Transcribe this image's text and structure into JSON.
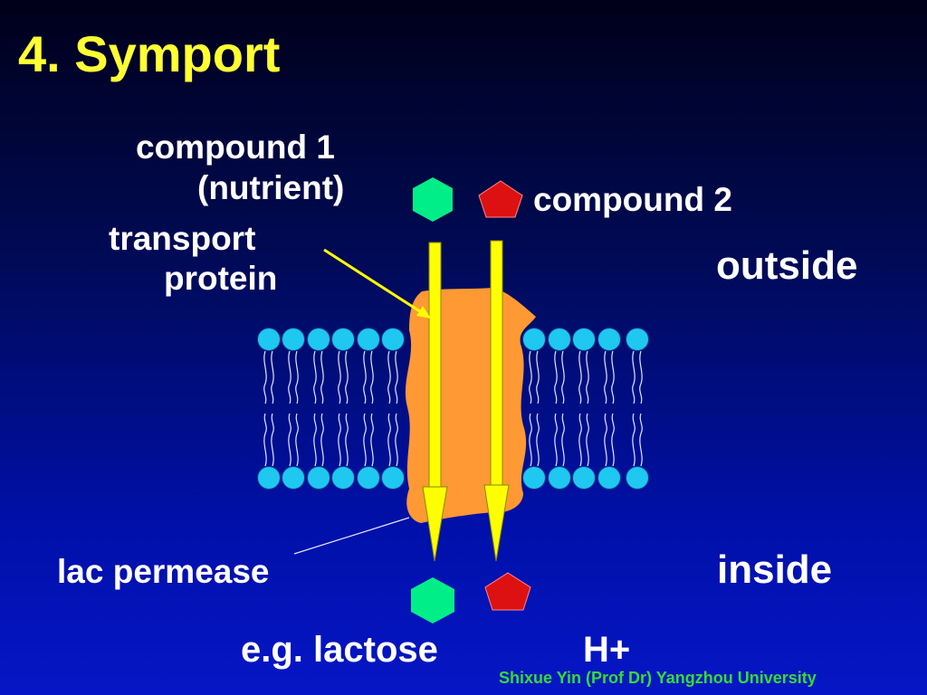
{
  "title": "4. Symport",
  "labels": {
    "compound1_line1": "compound 1",
    "compound1_line2": "(nutrient)",
    "compound2": "compound 2",
    "transport_line1": "transport",
    "transport_line2": "protein",
    "outside": "outside",
    "inside": "inside",
    "lac_permease": "lac permease",
    "example_lactose": "e.g. lactose",
    "example_hplus": "H+"
  },
  "credit": "Shixue Yin (Prof Dr) Yangzhou University",
  "colors": {
    "title": "#ffff33",
    "text": "#ffffff",
    "credit": "#33dd33",
    "lipid_head": "#1ec8f0",
    "protein": "#ff9933",
    "arrow": "#ffff00",
    "compound1": "#00ee88",
    "compound2": "#dd1111"
  },
  "icons": [
    "hexagon-compound-1-icon",
    "pentagon-compound-2-icon"
  ]
}
